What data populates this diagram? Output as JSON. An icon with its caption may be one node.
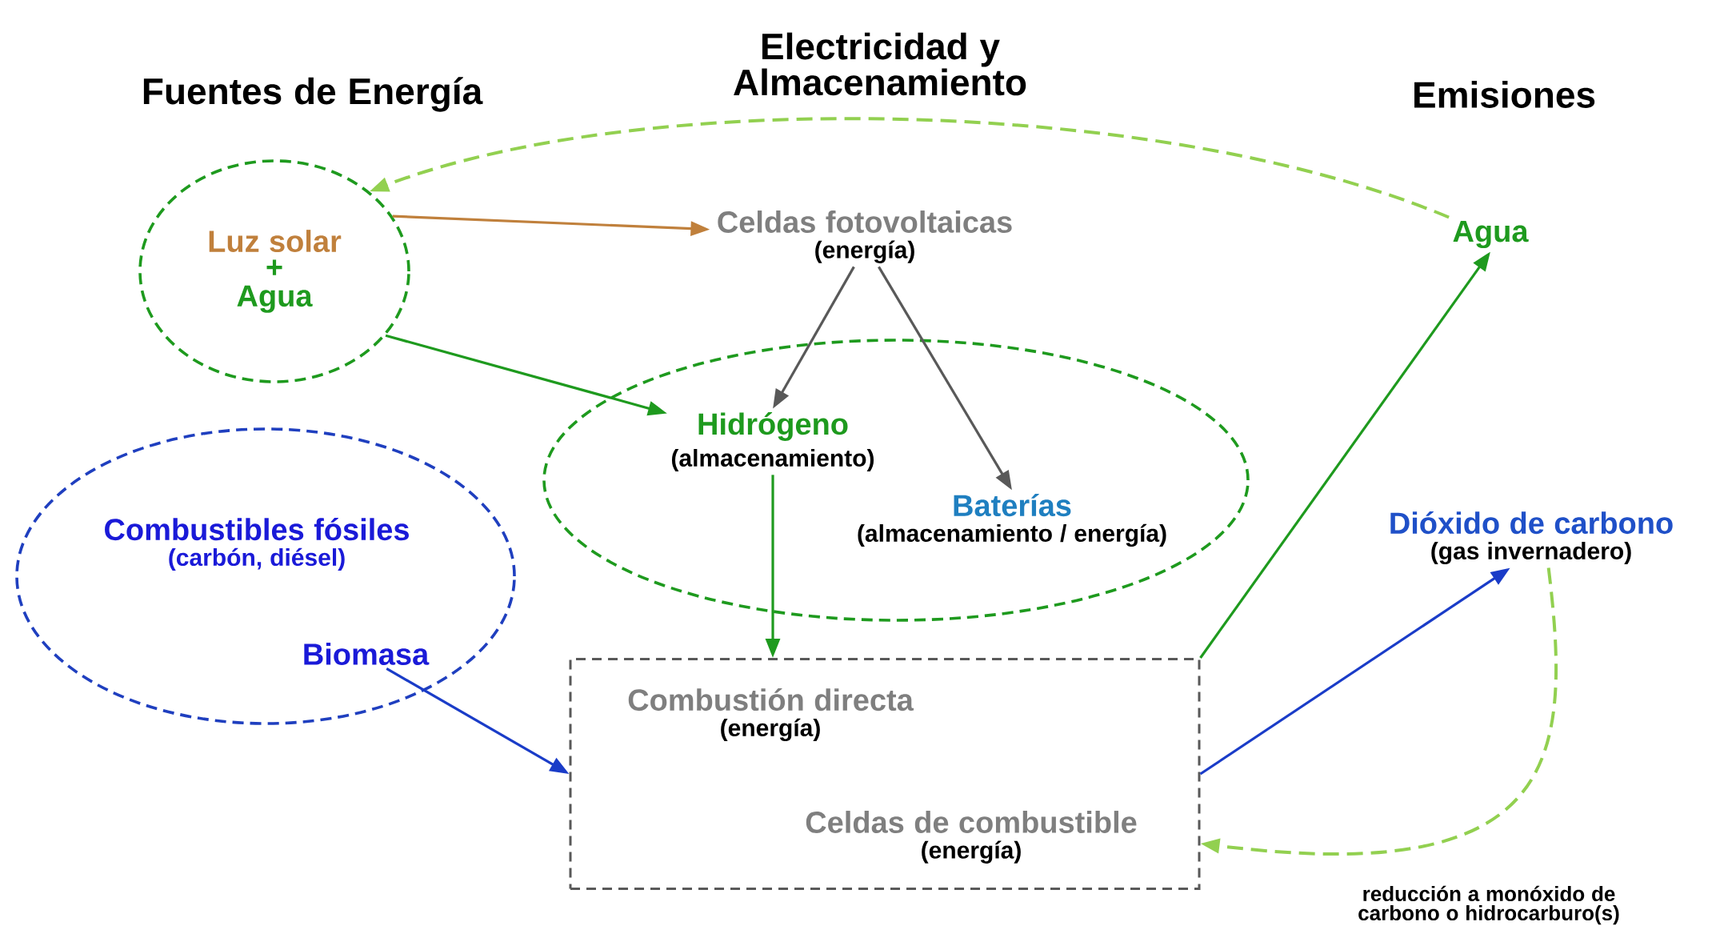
{
  "diagram": {
    "nodes": [
      {
        "text": [
          "Luz solar",
          "+",
          "Agua"
        ]
      },
      {
        "text": [
          "Celdas fotovoltaicas",
          "(energía)"
        ]
      },
      {
        "text": [],
        "shape": "circle"
      },
      {
        "text": [
          "Hidrógeno",
          "(almacenamiento)"
        ],
        "in": 2
      },
      {
        "text": [
          "Baterías",
          "(almacenamiento / energía)"
        ],
        "in": 2
      },
      {
        "text": [],
        "shape": "circle"
      },
      {
        "text": [
          "Combustibles fósiles",
          "(carbón, diésel)"
        ],
        "in": 5
      },
      {
        "text": [
          "Biomasa"
        ],
        "in": 5
      },
      {
        "text": [],
        "shape": "box"
      },
      {
        "text": [
          "Combustión directa",
          "(energía)"
        ],
        "in": 8
      },
      {
        "text": [
          "Celdas de combustible",
          "(energía)"
        ],
        "in": 8
      },
      {
        "text": [
          "Agua"
        ]
      },
      {
        "text": [
          "Dióxido de carbono",
          "(gas invernadero)"
        ]
      }
    ],
    "edges": [
      {
        "from": 11,
        "to": 0,
        "arrow": "to",
        "style": "dashed",
        "color": "#92d050"
      },
      {
        "from": 0,
        "to": 1,
        "arrow": "to",
        "color": "#c0803c"
      },
      {
        "from": 0,
        "to": 3,
        "arrow": "to"
      },
      {
        "from": 1,
        "to": 3,
        "arrow": "to",
        "color": "#595959"
      },
      {
        "from": 1,
        "to": 4,
        "arrow": "to",
        "color": "#595959"
      },
      {
        "from": 3,
        "to": 8,
        "arrow": "to"
      },
      {
        "from": 7,
        "to": 8,
        "arrow": "to",
        "color": "#1a3cc8"
      },
      {
        "from": 8,
        "to": 11,
        "arrow": "to"
      },
      {
        "from": 8,
        "to": 12,
        "arrow": "to",
        "color": "#1a3cc8"
      },
      {
        "from": 12,
        "to": 8,
        "arrow": "to",
        "style": "dashed",
        "color": "#92d050",
        "label": "reducción a monóxido de carbono o hidrocarburo(s)"
      }
    ],
    "labels": [
      "Fuentes de Energía",
      "Electricidad y Almacenamiento",
      "Emisiones"
    ]
  }
}
